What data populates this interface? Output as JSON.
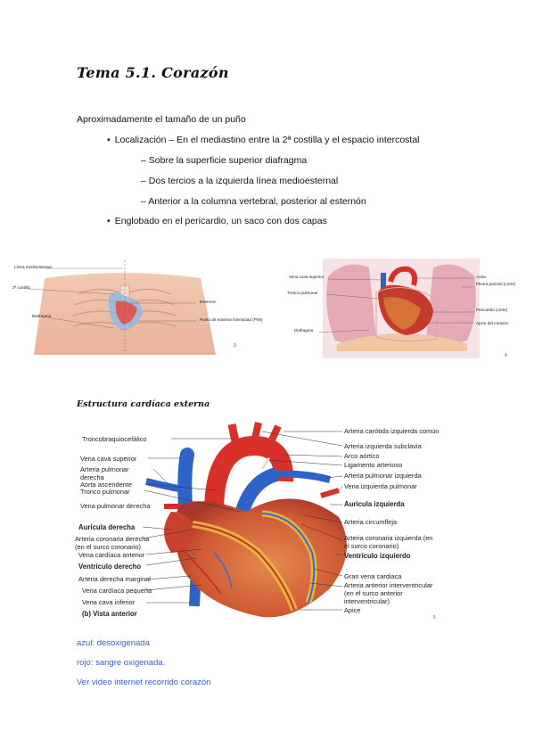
{
  "title": "Tema 5.1. Corazón",
  "intro": "Aproximadamente el tamaño de un puño",
  "bullets": [
    "Localización – En el mediastino entre la 2ª costilla y el espacio intercostal",
    "Englobado en el pericardio, un saco con dos capas"
  ],
  "subpoints": [
    "Sobre la superficie superior diafragma",
    "Dos tercios a la izquierda línea medioesternal",
    "Anterior a la columna vertebral, posterior al esternón"
  ],
  "figure1": {
    "labels_left": [
      "Línea medioesternal",
      "2ª costilla",
      "Diafragma"
    ],
    "labels_right": [
      "Esternon",
      "Punto de máxima intensidad (PMI)"
    ],
    "page": "3"
  },
  "figure2": {
    "labels_left": [
      "Vena cava superior",
      "Tronco pulmonar",
      "Diafragma"
    ],
    "labels_right": [
      "Aorta",
      "Pleura parietal (corte)",
      "Pericardio (corte)",
      "Apice del corazón"
    ],
    "page": "4"
  },
  "section_title": "Estructura cardíaca externa",
  "figure3": {
    "labels_left": [
      "Troncobraquiocefálico",
      "Vena cava superior",
      "Arteria pulmonar derecha",
      "Aorta ascendente",
      "Tronco pulmonar",
      "Vena pulmonar derecha",
      "Aurícula derecha",
      "Arteria coronaria derecha (en el surco coronario)",
      "Vena cardíaca anterior",
      "Ventrículo derecho",
      "Arteria derecha marginal",
      "Vena cardíaca pequeña",
      "Vena cava inferior",
      "(b) Vista anterior"
    ],
    "labels_right": [
      "Arteria carótida izquierda común",
      "Arteria izquierda subclavia",
      "Arco aórtico",
      "Ligamento arterioso",
      "Arteria pulmonar izquierda",
      "Vena izquierda pulmonar",
      "Aurícula izquierda",
      "Arteria circumfleja",
      "Arteria coronaria izquierda (en el surco coronario)",
      "Ventrículo izquierdo",
      "Gran vena cardiaca",
      "Arteria anterior interventricular (en el surco anterior interventricular)",
      "Apice"
    ],
    "page": "5"
  },
  "notes": [
    "azul: desoxigenada",
    "rojo: sangre oxigenada.",
    "Ver video internet recorrido corazón"
  ],
  "colors": {
    "note_text": "#3a5fc4",
    "artery": "#d8312a",
    "vein": "#2f63c8",
    "muscle": "#d8743c"
  }
}
